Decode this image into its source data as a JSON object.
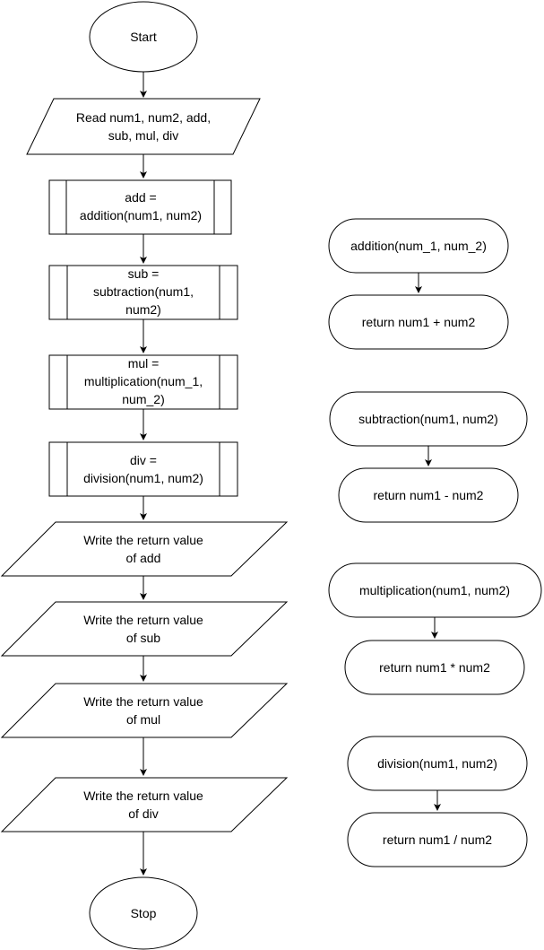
{
  "flowchart": {
    "start": "Start",
    "read": [
      "Read num1, num2, add,",
      "sub, mul, div"
    ],
    "add_call": [
      "add =",
      "addition(num1, num2)"
    ],
    "sub_call": [
      "sub =",
      "subtraction(num1,",
      "num2)"
    ],
    "mul_call": [
      "mul =",
      "multiplication(num_1,",
      "num_2)"
    ],
    "div_call": [
      "div =",
      "division(num1, num2)"
    ],
    "write_add": [
      "Write the return value",
      "of add"
    ],
    "write_sub": [
      "Write the return value",
      "of sub"
    ],
    "write_mul": [
      "Write the return value",
      "of mul"
    ],
    "write_div": [
      "Write the return value",
      "of div"
    ],
    "stop": "Stop"
  },
  "functions": {
    "addition": {
      "header": "addition(num_1, num_2)",
      "body": "return num1 + num2"
    },
    "subtraction": {
      "header": "subtraction(num1, num2)",
      "body": "return num1 - num2"
    },
    "multiplication": {
      "header": "multiplication(num1, num2)",
      "body": "return num1 * num2"
    },
    "division": {
      "header": "division(num1, num2)",
      "body": "return num1 / num2"
    }
  }
}
